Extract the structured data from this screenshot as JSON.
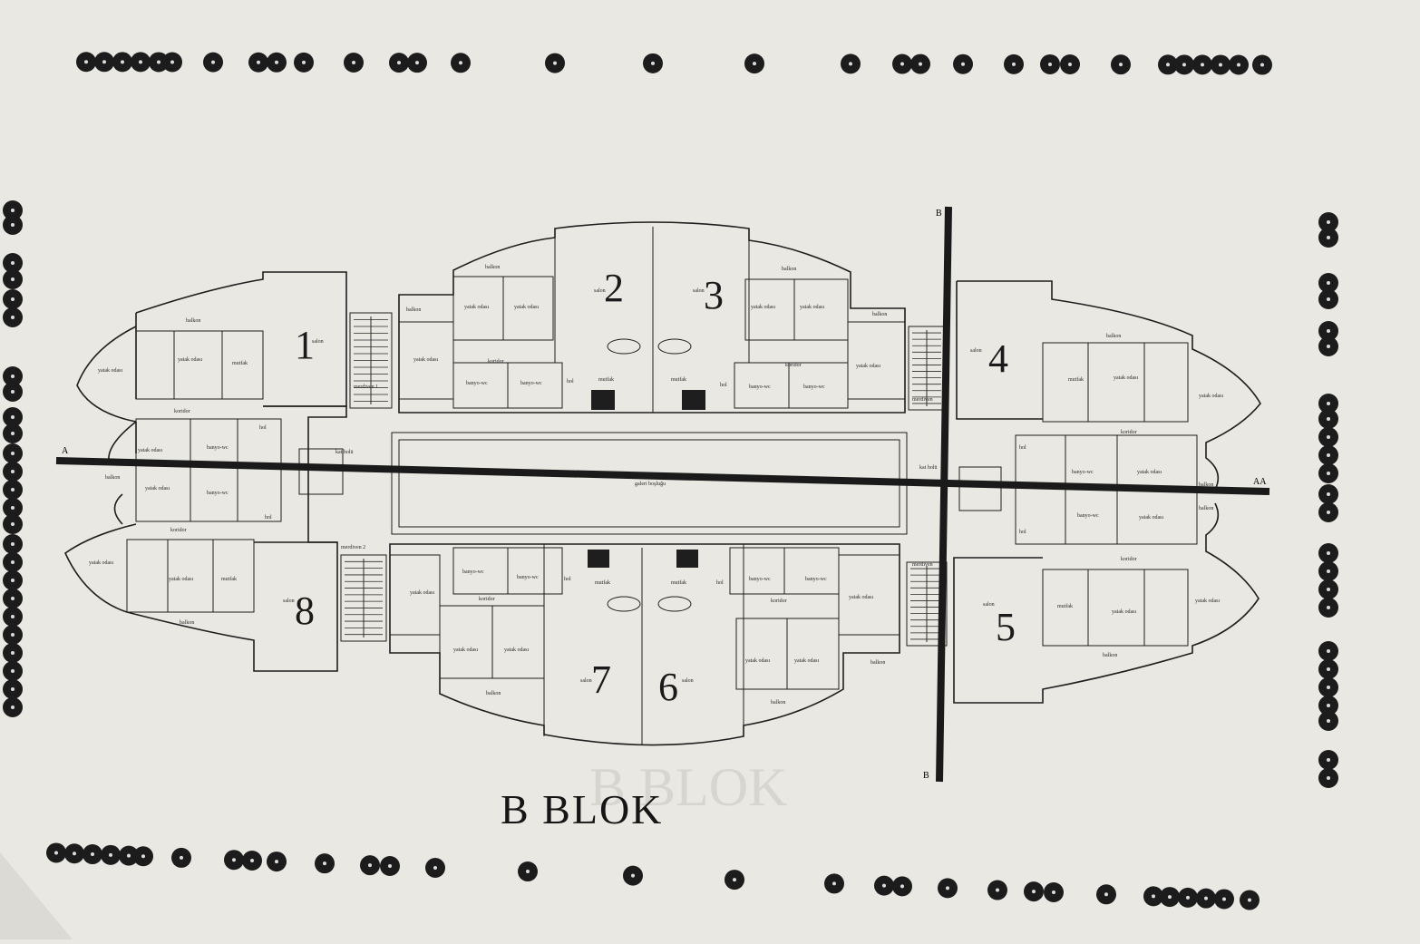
{
  "plan": {
    "title": "B BLOK",
    "watermark": "B BLOK",
    "section_labels": {
      "a_left": "A",
      "a_right": "AA",
      "b_top": "B",
      "b_bottom": "B"
    },
    "apartments": [
      {
        "number": "1",
        "salon": "salon",
        "balkon": "balkon",
        "mutfak": "mutfak",
        "yatak1": "yatak odası",
        "yatak2": "yatak odası",
        "koridor": "koridor",
        "banyo": "banyo-wc"
      },
      {
        "number": "2",
        "salon": "salon",
        "balkon": "balkon",
        "mutfak": "mutfak",
        "yatak1": "yatak odası",
        "yatak2": "yatak odası",
        "koridor": "koridor",
        "banyo": "banyo-wc"
      },
      {
        "number": "3",
        "salon": "salon",
        "balkon": "balkon",
        "mutfak": "mutfak",
        "yatak1": "yatak odası",
        "yatak2": "yatak odası",
        "koridor": "koridor",
        "banyo": "banyo-wc"
      },
      {
        "number": "4",
        "salon": "salon",
        "balkon": "balkon",
        "mutfak": "mutfak",
        "yatak1": "yatak odası",
        "yatak2": "yatak odası",
        "koridor": "koridor",
        "banyo": "banyo-wc"
      },
      {
        "number": "5",
        "salon": "salon",
        "balkon": "balkon",
        "mutfak": "mutfak",
        "yatak1": "yatak odası",
        "yatak2": "yatak odası",
        "koridor": "koridor",
        "banyo": "banyo-wc"
      },
      {
        "number": "6",
        "salon": "salon",
        "balkon": "balkon",
        "mutfak": "mutfak",
        "yatak1": "yatak odası",
        "yatak2": "yatak odası",
        "koridor": "koridor",
        "banyo": "banyo-wc"
      },
      {
        "number": "7",
        "salon": "salon",
        "balkon": "balkon",
        "mutfak": "mutfak",
        "yatak1": "yatak odası",
        "yatak2": "yatak odası",
        "koridor": "koridor",
        "banyo": "banyo-wc"
      },
      {
        "number": "8",
        "salon": "salon",
        "balkon": "balkon",
        "mutfak": "mutfak",
        "yatak1": "yatak odası",
        "yatak2": "yatak odası",
        "koridor": "koridor",
        "banyo": "banyo-wc"
      }
    ],
    "common": {
      "merdiven1": "merdiven 1",
      "merdiven2": "merdiven 2",
      "merdiven": "merdiven",
      "kat_holu": "kat holü",
      "hol": "hol",
      "galeri": "galeri boşluğu"
    }
  }
}
